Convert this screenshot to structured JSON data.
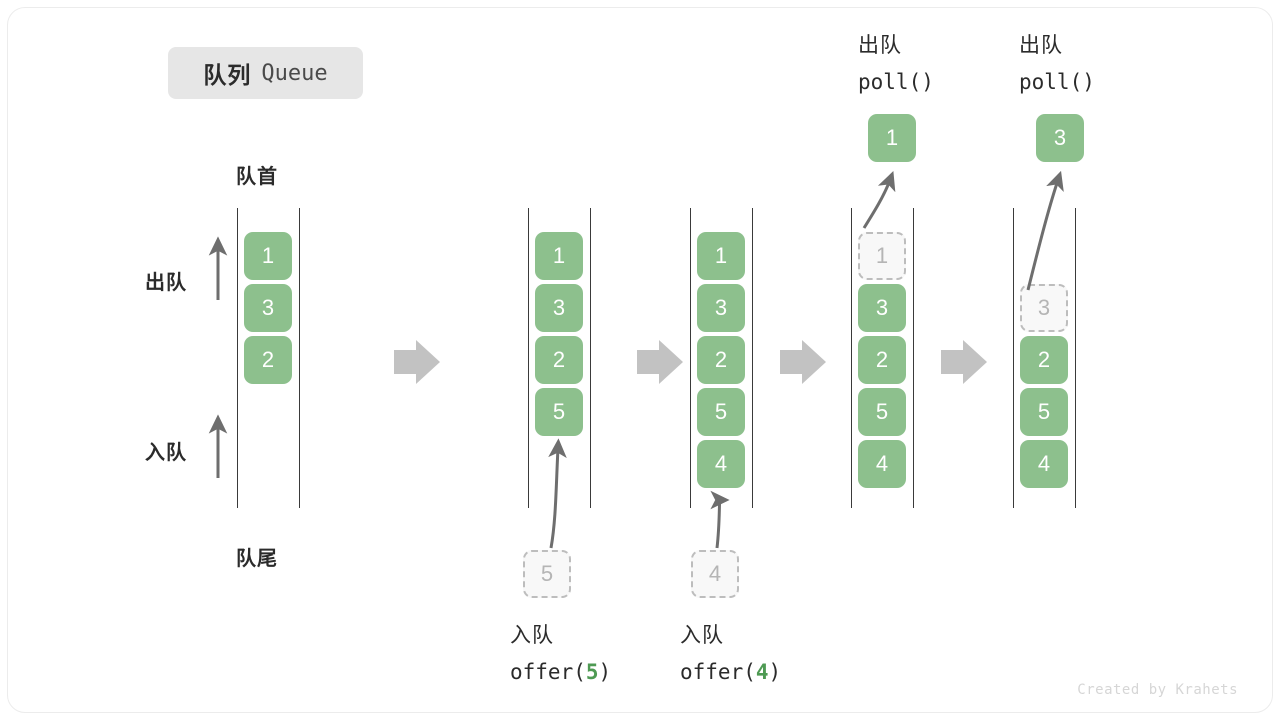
{
  "title": {
    "cn": "队列",
    "en": "Queue"
  },
  "labels": {
    "head": "队首",
    "tail": "队尾",
    "dequeue": "出队",
    "enqueue": "入队"
  },
  "watermark": "Created by Krahets",
  "colors": {
    "element_fill": "#8dc08d",
    "element_text": "#ffffff",
    "ghost_fill": "#f8f8f8",
    "ghost_border": "#bdbdbd",
    "ghost_text": "#b5b5b5",
    "rail": "#3a3a3a",
    "arrow_gray": "#6e6e6e",
    "step_arrow": "#c2c2c2",
    "badge_bg": "#e6e6e6",
    "accent_green": "#4e9a53"
  },
  "stages": [
    {
      "name": "initial",
      "elements": [
        "1",
        "3",
        "2"
      ],
      "ghost_index": null,
      "ghost_value": null,
      "popped": null,
      "top_label": null,
      "bottom_label": null,
      "incoming": null
    },
    {
      "name": "after-offer-5",
      "elements": [
        "1",
        "3",
        "2",
        "5"
      ],
      "ghost_index": null,
      "ghost_value": null,
      "popped": null,
      "top_label": null,
      "bottom_label": {
        "cn": "入队",
        "code_prefix": "offer(",
        "arg": "5",
        "code_suffix": ")"
      },
      "incoming": "5"
    },
    {
      "name": "after-offer-4",
      "elements": [
        "1",
        "3",
        "2",
        "5",
        "4"
      ],
      "ghost_index": null,
      "ghost_value": null,
      "popped": null,
      "top_label": null,
      "bottom_label": {
        "cn": "入队",
        "code_prefix": "offer(",
        "arg": "4",
        "code_suffix": ")"
      },
      "incoming": "4"
    },
    {
      "name": "poll-1",
      "elements": [
        "1",
        "3",
        "2",
        "5",
        "4"
      ],
      "ghost_index": 0,
      "ghost_value": "1",
      "popped": "1",
      "top_label": {
        "cn": "出队",
        "code": "poll()"
      },
      "bottom_label": null,
      "incoming": null
    },
    {
      "name": "poll-3",
      "elements": [
        "",
        "3",
        "2",
        "5",
        "4"
      ],
      "ghost_index": 1,
      "ghost_value": "3",
      "popped": "3",
      "top_label": {
        "cn": "出队",
        "code": "poll()"
      },
      "bottom_label": null,
      "incoming": null
    }
  ],
  "step_arrows": [
    {
      "name": "step-arrow-1"
    },
    {
      "name": "step-arrow-2"
    },
    {
      "name": "step-arrow-3"
    },
    {
      "name": "step-arrow-4"
    }
  ]
}
